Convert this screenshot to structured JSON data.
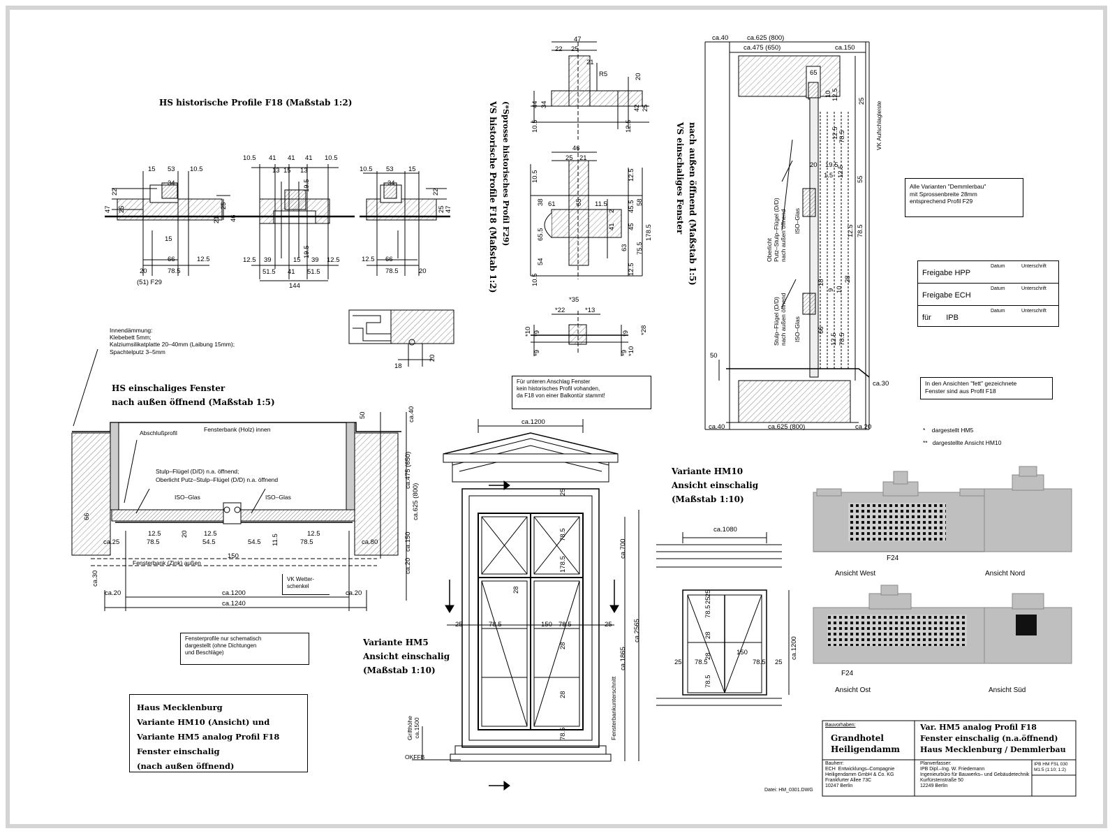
{
  "titles": {
    "hs_profiles": "HS historische Profile F18 (Maßstab 1:2)",
    "vs_profiles": "VS historische Profile F18 (Maßstab 1:2)",
    "vs_profiles_sub": "(*Sprosse historisches Profil F29)",
    "vs_window": "VS einschaliges Fenster",
    "vs_window_sub": "nach außen öffnend (Maßstab 1:5)",
    "hs_window": "HS einschaliges Fenster",
    "hs_window_sub": "nach außen öffnend (Maßstab 1:5)",
    "hm5_1": "Variante HM5",
    "hm5_2": "Ansicht einschalig",
    "hm5_3": "(Maßstab 1:10)",
    "hm10_1": "Variante HM10",
    "hm10_2": "Ansicht einschalig",
    "hm10_3": "(Maßstab 1:10)"
  },
  "profile_dims": {
    "p1_top": [
      "15",
      "53",
      "10.5"
    ],
    "p1_side_left": [
      "47",
      "22",
      "25"
    ],
    "p1_inner": [
      "34",
      "15",
      "66",
      "12.5"
    ],
    "p1_right": [
      "25",
      "21",
      "46"
    ],
    "p1_bottom": [
      "20",
      "78.5"
    ],
    "p1_caption": "(51) F29",
    "p2_top": [
      "10.5",
      "41",
      "41",
      "41",
      "10.5"
    ],
    "p2_inner": [
      "13",
      "15",
      "13",
      "19.5",
      "19.5"
    ],
    "p2_bottom": [
      "12.5",
      "39",
      "15",
      "39",
      "12.5"
    ],
    "p2_bottom2": [
      "51.5",
      "41",
      "51.5"
    ],
    "p2_total": "144",
    "p3_top": [
      "10.5",
      "53",
      "15"
    ],
    "p3_inner": [
      "34",
      "12.5",
      "66",
      "22",
      "25",
      "47"
    ],
    "p3_bottom": [
      "78.5",
      "20"
    ]
  },
  "vs_profile_dims": {
    "a": [
      "47",
      "22",
      "25",
      "21",
      "R5",
      "44",
      "34",
      "10.5",
      "20",
      "12.5",
      "42",
      "25"
    ],
    "b": [
      "46",
      "25",
      "21",
      "10.5",
      "61",
      "65",
      "11.5",
      "38",
      "65.5",
      "54",
      "10.5",
      "12.5",
      "45.5",
      "58",
      "45",
      "178.5",
      "41",
      "2",
      "63",
      "75.5",
      "12.5"
    ],
    "c": [
      "*35",
      "*22",
      "*13",
      "*10",
      "*9",
      "*9",
      "*9",
      "*28",
      "*10",
      "*9"
    ]
  },
  "sketch_dims": [
    "18",
    "20"
  ],
  "notes": {
    "innendaemmung": "Innendämmung:\nKlebebett 5mm;\nKalziumsilikatplatte 20–40mm (Laibung 15mm);\nSpachtelputz 3–5mm",
    "unterer_anschlag": "Für unteren Anschlag Fenster\nkein historisches Profil vohanden,\nda F18 von einer Balkontür stammt!",
    "demmlerbau": "Alle Varianten \"Demmlerbau\"\nmit Sprossenbreite 28mm\nentsprechend Profil F29",
    "fett": "In den Ansichten \"fett\" gezeichnete\nFenster sind aus Profil F18",
    "star1": "*    dargestellt HM5",
    "star2": "**   dargestellte Ansicht HM10",
    "fensterprofile": "Fensterprofile nur schematisch\ndargestellt (ohne Dichtungen\nund Beschläge)"
  },
  "approval": {
    "rows": [
      {
        "label": "Freigabe HPP",
        "datum": "Datum",
        "unterschrift": "Unterschrift"
      },
      {
        "label": "Freigabe ECH",
        "datum": "Datum",
        "unterschrift": "Unterschrift"
      },
      {
        "label": "für       IPB",
        "datum": "Datum",
        "unterschrift": "Unterschrift"
      }
    ]
  },
  "vs_window_labels": {
    "top": [
      "ca.625 (800)",
      "ca.475 (650)",
      "ca.150",
      "ca.40"
    ],
    "dims": [
      "65",
      "10",
      "12.5",
      "25",
      "12.5",
      "78.5",
      "20",
      "19.5",
      "1.5",
      "12.5",
      "55",
      "78.5",
      "12.5",
      "18",
      "9",
      "10",
      "28",
      "66",
      "12.5",
      "78.5",
      "50",
      "ca.30",
      "ca.40",
      "ca.625 (800)",
      "ca.20"
    ],
    "vk": "VK Aufschlagleiste",
    "oberlicht": "Oberlicht\nPutz–Stulp–Flügel (D/D)\nnach außen öffnend",
    "stulp": "Stulp–Flügel (D/D)\nnach außen öffnend",
    "iso1": "ISO–Glas",
    "iso2": "ISO–Glas"
  },
  "hs_window_labels": {
    "fensterbank_innen": "Fensterbank (Holz) innen",
    "abschluss": "Abschlußprofil",
    "stulp": "Stulp–Flügel (D/D) n.a. öffnend;",
    "oberlicht": "Oberlicht Putz–Stulp–Flügel (D/D) n.a. öffnend",
    "iso1": "ISO–Glas",
    "iso2": "ISO–Glas",
    "fensterbank_aussen": "Fensterbank (Zink) außen",
    "vk": "VK Wetter-\nschenkel",
    "dims": [
      "50",
      "ca.40",
      "ca.475 (650)",
      "ca.625 (800)",
      "ca.150",
      "ca.20",
      "ca.30",
      "66",
      "ca.25",
      "12.5",
      "78.5",
      "20",
      "12.5",
      "54.5",
      "54.5",
      "12.5",
      "78.5",
      "11.5",
      "150",
      "ca.80",
      "ca.20",
      "ca.1200",
      "ca.20",
      "ca.1240"
    ]
  },
  "hm5_labels": {
    "dims": [
      "ca.1200",
      "25",
      "78.5",
      "178.5",
      "ca.700",
      "25",
      "78.5",
      "150",
      "78.5",
      "25",
      "28",
      "28",
      "28",
      "78.5",
      "ca.1865",
      "ca.2565"
    ],
    "griff": "Grifthöhe\nca.1500",
    "okffb": "OKFFB",
    "fensterbank": "Fensterbankunterschnitt"
  },
  "hm10_labels": {
    "dims": [
      "ca.1080",
      "25",
      "78.5",
      "28",
      "28",
      "25",
      "78.5",
      "150",
      "78.5",
      "25",
      "78.5",
      "25",
      "ca.1200"
    ]
  },
  "elevations": [
    {
      "label": "Ansicht West",
      "mark": "F24"
    },
    {
      "label": "Ansicht Nord",
      "mark": ""
    },
    {
      "label": "Ansicht Ost",
      "mark": "F24"
    },
    {
      "label": "Ansicht Süd",
      "mark": ""
    }
  ],
  "haus_box": {
    "lines": [
      "Haus Mecklenburg",
      "Variante HM10 (Ansicht) und",
      "Variante HM5 analog Profil F18",
      "Fenster einschalig",
      "(nach außen öffnend)"
    ]
  },
  "title_block": {
    "bauherr_label": "Bauvorhaben:",
    "bauherr": "Grandhotel\nHeiligendamm",
    "client": "Bauherr:\nECH  Entwicklungs–Compagnie\nHeiligendamm GmbH & Co. KG\nFrankfurter Allee 73C\n10247 Berlin",
    "title1": "Var. HM5 analog Profil F18",
    "title2": "Fenster einschalig (n.a.öffnend)",
    "title3": "Haus Mecklenburg / Demmlerbau",
    "planer": "Planverfasser:\nIPB Dipl.–Ing. W. Friedemann\nIngenieurbüro für Bauwerks– und Gebäudetechnik\nKurfürstenstraße 50\n12249 Berlin",
    "code": "IPB HM FSL 030\nM1:5 (1:10; 1:2)",
    "datei": "Datei: HM_0301.DWG"
  },
  "colors": {
    "ink": "#000000",
    "frame": "#d4d4d4",
    "hatch": "#bdbdbd",
    "building": "#bfbfbf"
  }
}
